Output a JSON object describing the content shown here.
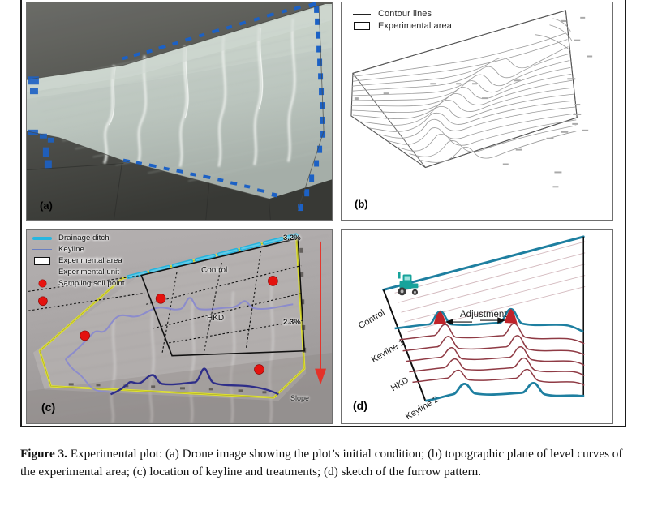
{
  "figure": {
    "caption_prefix": "Figure 3.",
    "caption_text": " Experimental plot: (a) Drone image showing the plot’s initial condition; (b) topographic plane of level curves of the experimental area; (c) location of keyline and treatments; (d) sketch of the furrow pattern."
  },
  "panels": {
    "a": {
      "tag": "(a)",
      "type": "drone-aerial-photo"
    },
    "b": {
      "tag": "(b)",
      "type": "topographic-contour-map",
      "legend": [
        {
          "icon": "line-swatch",
          "label": "Contour lines"
        },
        {
          "icon": "rectangle-swatch",
          "label": "Experimental area"
        }
      ]
    },
    "c": {
      "tag": "(c)",
      "type": "annotated-aerial-photo",
      "legend": [
        {
          "icon": "thick-cyan-line-swatch",
          "label": "Drainage ditch"
        },
        {
          "icon": "thin-blue-line-swatch",
          "label": "Keyline"
        },
        {
          "icon": "rectangle-swatch",
          "label": "Experimental area"
        },
        {
          "icon": "dotted-line-swatch",
          "label": "Experimental unit"
        },
        {
          "icon": "red-dot-swatch",
          "label": "Sampling soil point"
        }
      ],
      "map_labels": [
        {
          "name": "control-plot-label",
          "text": "Control"
        },
        {
          "name": "hkd-plot-label",
          "text": "HKD"
        }
      ],
      "slope": {
        "top_value": "3.2%",
        "mid_value": "2.3%",
        "arrow_label": "Slope",
        "arrow_color": "#e8332a"
      },
      "sampling_points": 4
    },
    "d": {
      "tag": "(d)",
      "type": "furrow-pattern-sketch",
      "labels": [
        {
          "name": "control-furrow-label",
          "text": "Control"
        },
        {
          "name": "keyline-1-label",
          "text": "Keyline 1"
        },
        {
          "name": "hkd-furrow-label",
          "text": "HKD"
        },
        {
          "name": "keyline-2-label",
          "text": "Keyline 2"
        }
      ],
      "annotation": "Adjustment",
      "vehicle_icon": "tractor-icon"
    }
  },
  "colors": {
    "drainage_ditch": "#27b6e0",
    "keyline": "#6a7fc0",
    "field_boundary": "#e4e634",
    "sampling_point": "#e8130f",
    "slope_arrow": "#e8332a",
    "keyline_dark": "#2f2f8c",
    "furrow_teal": "#1e7fa0",
    "furrow_maroon": "#8f3a44",
    "tractor": "#17a39b"
  }
}
